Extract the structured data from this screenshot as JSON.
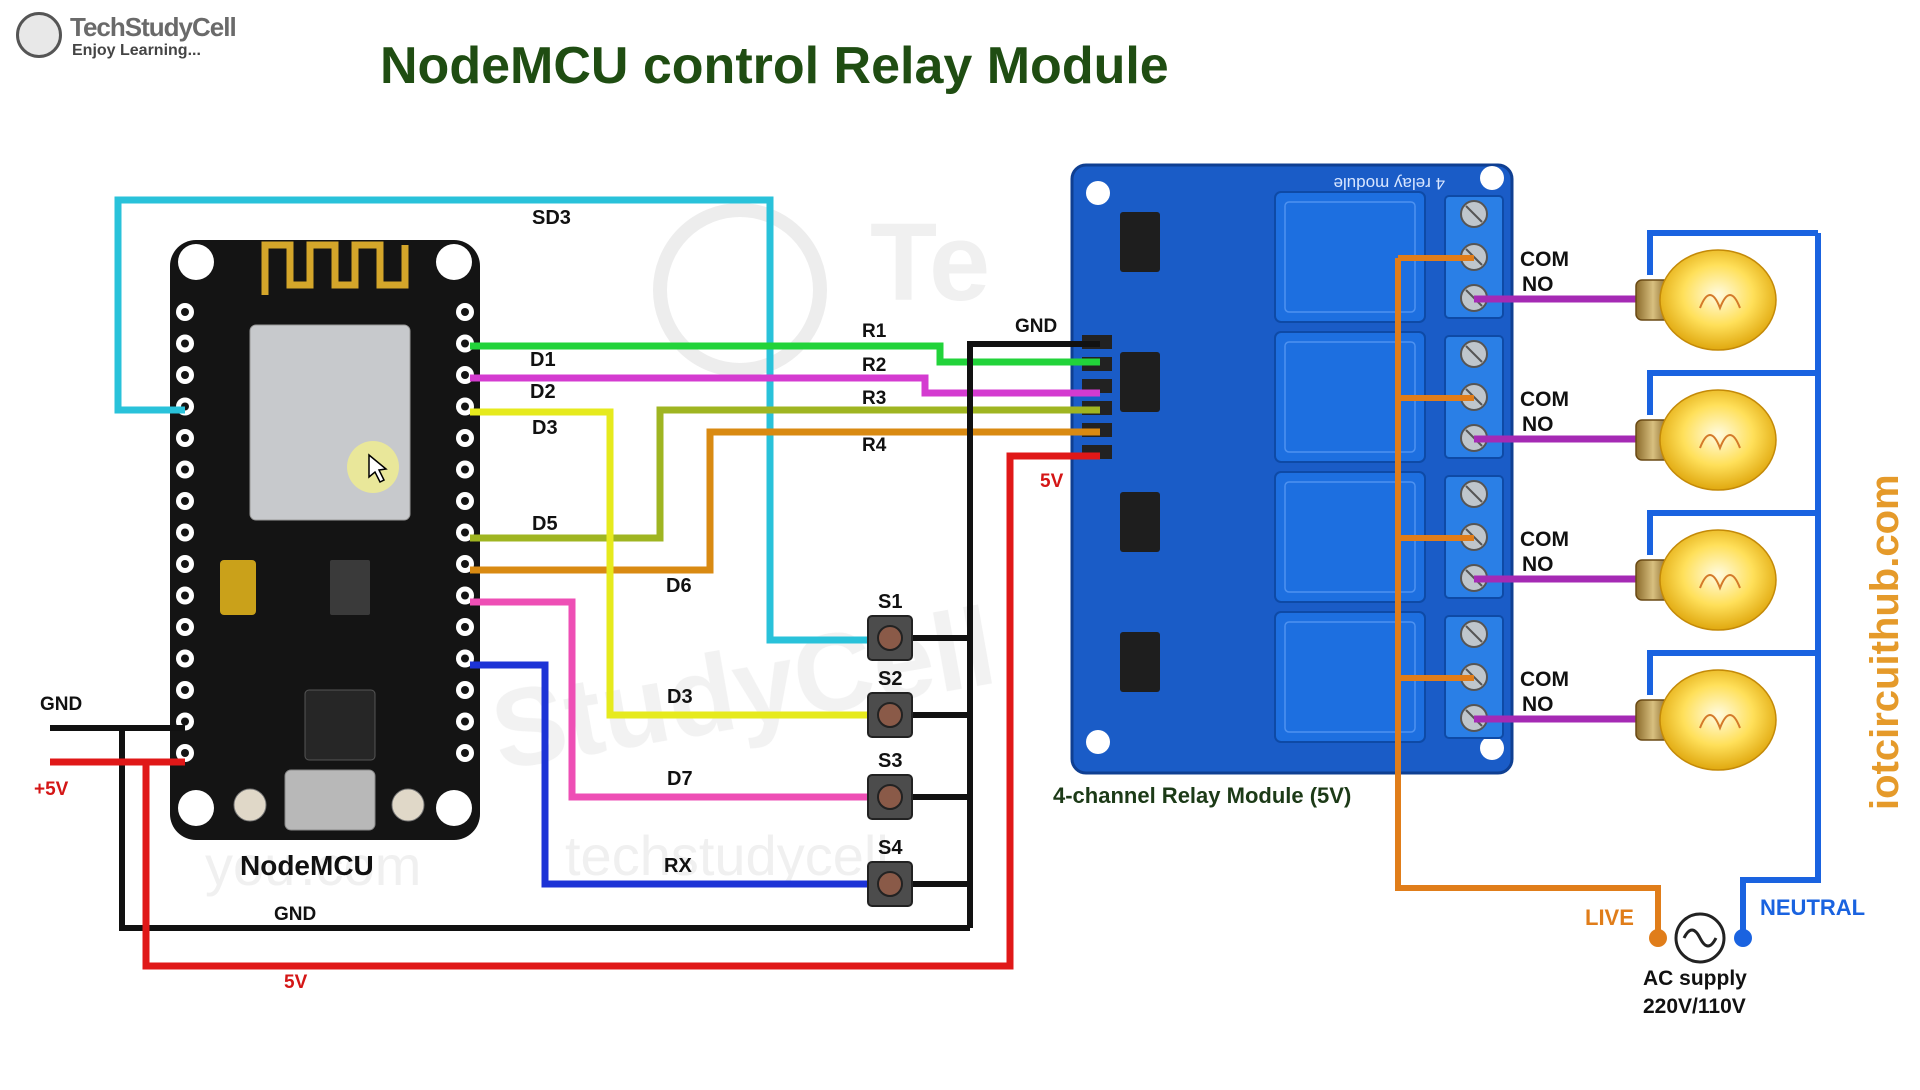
{
  "brand": {
    "name": "TechStudyCell",
    "tagline": "Enjoy Learning..."
  },
  "title": "NodeMCU control Relay Module",
  "watermarks": {
    "side": "iotcircuithub.com",
    "center": "techstudycell",
    "domain_suffix": ".com"
  },
  "nodemcu": {
    "label": "NodeMCU"
  },
  "relay_module": {
    "label": "4-channel Relay Module (5V)",
    "board_text": "4 relay module"
  },
  "wire_labels": {
    "sd3": "SD3",
    "d1": "D1",
    "d2": "D2",
    "d3": "D3",
    "d5": "D5",
    "d6": "D6",
    "d3_switch": "D3",
    "d7": "D7",
    "rx": "RX",
    "r1": "R1",
    "r2": "R2",
    "r3": "R3",
    "r4": "R4",
    "gnd_relay": "GND",
    "v5_relay": "5V",
    "gnd_left": "GND",
    "plus5v_left": "+5V",
    "gnd_bottom": "GND",
    "v5_bottom": "5V"
  },
  "switches": [
    "S1",
    "S2",
    "S3",
    "S4"
  ],
  "relay_outputs": [
    {
      "com": "COM",
      "no": "NO"
    },
    {
      "com": "COM",
      "no": "NO"
    },
    {
      "com": "COM",
      "no": "NO"
    },
    {
      "com": "COM",
      "no": "NO"
    }
  ],
  "ac_supply": {
    "live": "LIVE",
    "neutral": "NEUTRAL",
    "label_line1": "AC supply",
    "label_line2": "220V/110V"
  },
  "colors": {
    "title": "#1f4d12",
    "sd3_wire": "#29c2da",
    "d1_wire": "#22d33a",
    "d2_wire": "#d43bd0",
    "d3_wire": "#e6ea1d",
    "d5_wire": "#9fb521",
    "d6_wire": "#d98a12",
    "d7_wire": "#ee4fb5",
    "rx_wire": "#1c33d6",
    "gnd_wire": "#111111",
    "v5_wire": "#e01818",
    "live_wire": "#e07d1a",
    "neutral_wire": "#1a63e0",
    "no_wire": "#a52ab4",
    "relay_board": "#1a5cc7",
    "nodemcu_board": "#141414"
  }
}
